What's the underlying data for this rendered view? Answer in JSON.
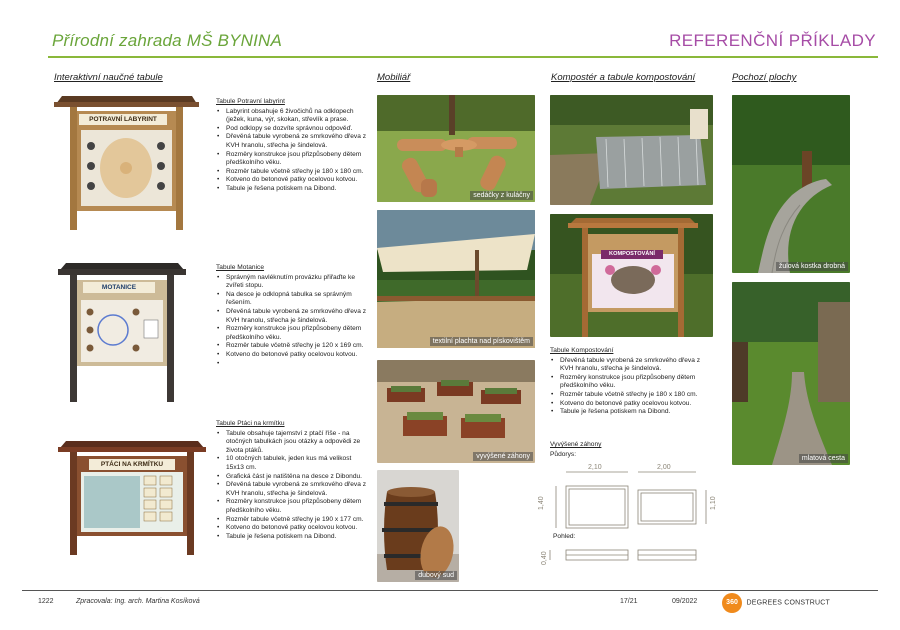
{
  "header": {
    "title_left": "Přírodní zahrada  MŠ BYNINA",
    "title_right": "REFERENČNÍ PŘÍKLADY"
  },
  "sections": {
    "tables": "Interaktivní naučné tabule",
    "furniture": "Mobiliář",
    "compost": "Kompostér a tabule kompostování",
    "paths": "Pochozí plochy"
  },
  "boards": [
    {
      "sign": "POTRAVNÍ LABYRINT",
      "title": "Tabule Potravní labyrint",
      "items": [
        "Labyrint obsahuje 6 živočichů na odklopech (ježek, kuna, výr, skokan, střevlík a prase.",
        "Pod odklopy se dozvíte správnou odpověď.",
        "Dřevěná tabule vyrobená ze smrkového dřeva z KVH hranolu, střecha je šindelová.",
        "Rozměry konstrukce jsou přizpůsobeny dětem předškolního věku.",
        "Rozměr tabule včetně střechy je 180 x 180 cm.",
        "Kotveno do betonové patky ocelovou kotvou.",
        "Tabule je řešena potiskem na Dibond."
      ]
    },
    {
      "sign": "MOTANICE",
      "title": "Tabule Motanice",
      "items": [
        "Správným navléknutím provázku přiřaďte ke zvířeti stopu.",
        "Na desce je odklopná tabulka se správným řešením.",
        "Dřevěná tabule vyrobená ze smrkového dřeva z KVH hranolu, střecha je šindelová.",
        "Rozměry konstrukce jsou přizpůsobeny dětem předškolního věku.",
        "Rozměr tabule včetně střechy je 120 x 169 cm.",
        "Kotveno do betonové patky ocelovou kotvou.",
        ""
      ]
    },
    {
      "sign": "PTÁCI NA KRMÍTKU",
      "title": "Tabule Ptáci na krmítku",
      "items": [
        "Tabule obsahuje tajemství z ptačí říše - na otočných tabulkách jsou otázky a odpovědi ze života ptáků.",
        "10 otočných tabulek, jeden kus má velikost 15x13 cm.",
        "Grafická část je natištěna na desce z Dibondu.",
        "Dřevěná tabule vyrobená ze smrkového dřeva z KVH hranolu, střecha je šindelová.",
        "Rozměry konstrukce jsou přizpůsobeny dětem předškolního věku.",
        "Rozměr tabule včetně střechy je 190 x 177 cm.",
        "Kotveno do betonové patky ocelovou kotvou.",
        "Tabule je řešena potiskem na Dibond."
      ]
    }
  ],
  "furniture_captions": [
    "sedáčky z kuláčny",
    "textilní plachta nad pískovištěm",
    "vyvýšené záhony",
    "dubový sud"
  ],
  "compost": {
    "sign": "KOMPOSTOVÁNÍ",
    "title": "Tabule Kompostování",
    "items": [
      "Dřevěná tabule vyrobená ze smrkového dřeva z KVH hranolu, střecha je šindelová.",
      "Rozměry konstrukce jsou přizpůsobeny dětem předškolního věku.",
      "Rozměr tabule včetně střechy je 180 x 180 cm.",
      "Kotveno do betonové patky ocelovou kotvou.",
      "Tabule je řešena potiskem na Dibond."
    ]
  },
  "beds": {
    "title": "Vyvýšené záhony",
    "plan": "Půdorys:",
    "elevation": "Pohled:",
    "dims": [
      "2,10",
      "2,00",
      "1,40",
      "1,10",
      "0,40"
    ]
  },
  "path_captions": [
    "žulová kostka drobná",
    "mlatová cesta"
  ],
  "footer": {
    "code": "1222",
    "author": "Zpracovala: Ing. arch. Martina Kosíková",
    "page": "17/21",
    "date": "09/2022",
    "badge": "360",
    "company": "DEGREES CONSTRUCT"
  },
  "colors": {
    "title_green": "#6aa53a",
    "title_purple": "#a64ca6",
    "rule_green": "#8ab83a",
    "badge_orange": "#f08a1c"
  }
}
